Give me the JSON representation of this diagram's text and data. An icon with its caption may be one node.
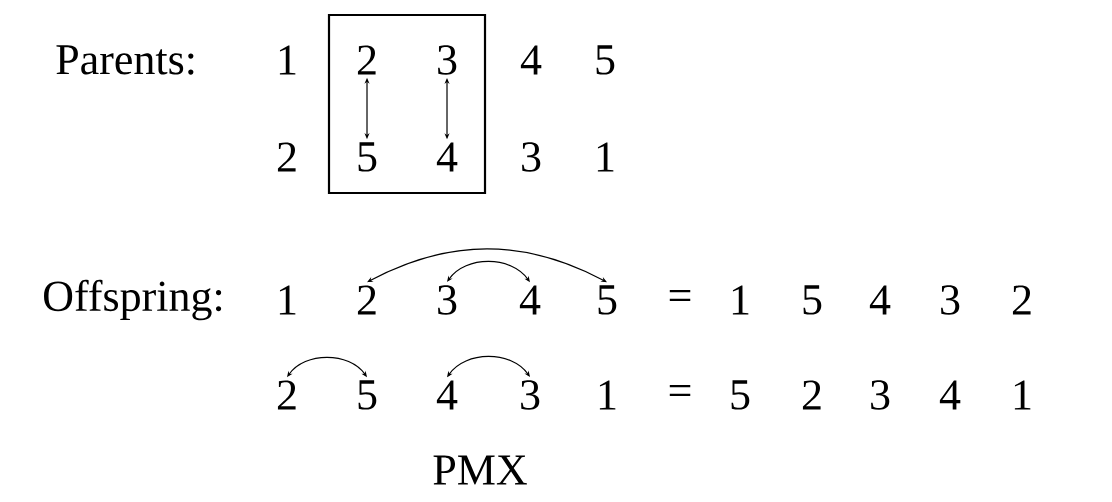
{
  "diagram": {
    "caption": "PMX",
    "nodes": [
      {
        "text": [],
        "shape": "box"
      },
      {
        "text": [
          "2"
        ],
        "in": 0
      },
      {
        "text": [
          "3"
        ],
        "in": 0
      },
      {
        "text": [
          "5"
        ],
        "in": 0
      },
      {
        "text": [
          "4"
        ],
        "in": 0
      },
      {
        "text": [
          "2"
        ]
      },
      {
        "text": [
          "3"
        ]
      },
      {
        "text": [
          "4"
        ]
      },
      {
        "text": [
          "5"
        ]
      },
      {
        "text": [
          "2"
        ]
      },
      {
        "text": [
          "5"
        ]
      },
      {
        "text": [
          "4"
        ]
      },
      {
        "text": [
          "3"
        ]
      }
    ],
    "edges": [
      {
        "from": 1,
        "to": 3,
        "arrow": "both"
      },
      {
        "from": 2,
        "to": 4,
        "arrow": "both"
      },
      {
        "from": 5,
        "to": 8,
        "arrow": "both"
      },
      {
        "from": 6,
        "to": 7,
        "arrow": "both"
      },
      {
        "from": 9,
        "to": 10,
        "arrow": "both"
      },
      {
        "from": 11,
        "to": 12,
        "arrow": "both"
      }
    ],
    "labels": [
      "Parents:",
      "1",
      "4",
      "5",
      "2",
      "3",
      "1",
      "Offspring:",
      "1",
      "=",
      "1",
      "5",
      "4",
      "3",
      "2",
      "1",
      "=",
      "5",
      "2",
      "3",
      "4",
      "1"
    ]
  }
}
